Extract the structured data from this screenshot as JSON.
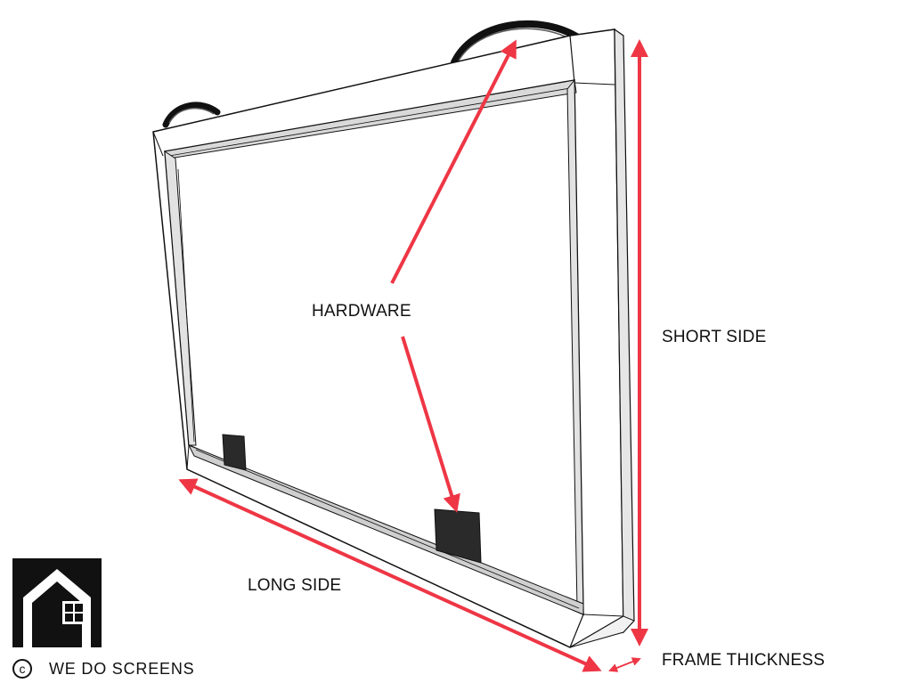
{
  "labels": {
    "hardware": "HARDWARE",
    "short_side": "SHORT SIDE",
    "long_side": "LONG SIDE",
    "frame_thickness": "FRAME THICKNESS"
  },
  "brand": {
    "copyright_symbol": "c",
    "name": "WE DO SCREENS",
    "logo_icon": "house-icon"
  },
  "colors": {
    "arrow": "#ee3645",
    "frame_line": "#111111",
    "frame_fill": "#ffffff",
    "frame_shade": "#e9e9e9",
    "hardware_fill": "#2a2a2a",
    "background": "#ffffff"
  }
}
